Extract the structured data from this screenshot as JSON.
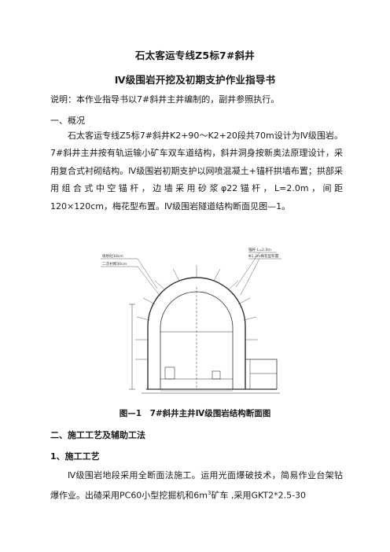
{
  "doc": {
    "title_line1": "石太客运专线Z5标7#斜井",
    "title_line2": "Ⅳ级围岩开挖及初期支护作业指导书",
    "note": "说明：本作业指导书以7#斜井主井编制的，副井参照执行。",
    "section1_heading": "一、概况",
    "section1_paragraph": "石太客运专线Z5标7#斜井K2+90～K2+20段共70m设计为Ⅳ级围岩。7#斜井主井按有轨运输小矿车双车道结构，斜井洞身按新奥法原理设计，采用复合式衬砌结构。Ⅳ级围岩初期支护以网喷混凝土+锚杆拱墙布置；拱部采用组合式中空锚杆，边墙采用砂浆φ22锚杆，L=2.0m，间距120×120cm，梅花型布置。Ⅳ级围岩隧道结构断面见图—1。",
    "figure_caption": "图—1　7#斜井主井Ⅳ级围岩结构断面图",
    "section2_heading": "二、施工工艺及辅助工法",
    "section2_1_heading": "1、施工工艺",
    "section2_1_paragraph_part1": "Ⅳ级围岩地段采用全断面法施工。运用光面爆破技术，简易作业台架钻爆作业。出碴采用PC60小型挖掘机和6m",
    "section2_1_superscript": "3",
    "section2_1_paragraph_part2": "矿车 ,采用GKT2*2.5-30"
  },
  "diagram_labels": {
    "left_top": "喷射砼10cm",
    "left_bottom": "二次衬砌30cm",
    "right_top": "锚杆 L=2.0m",
    "right_bottom": "Φ1.2m梅花型布置"
  }
}
